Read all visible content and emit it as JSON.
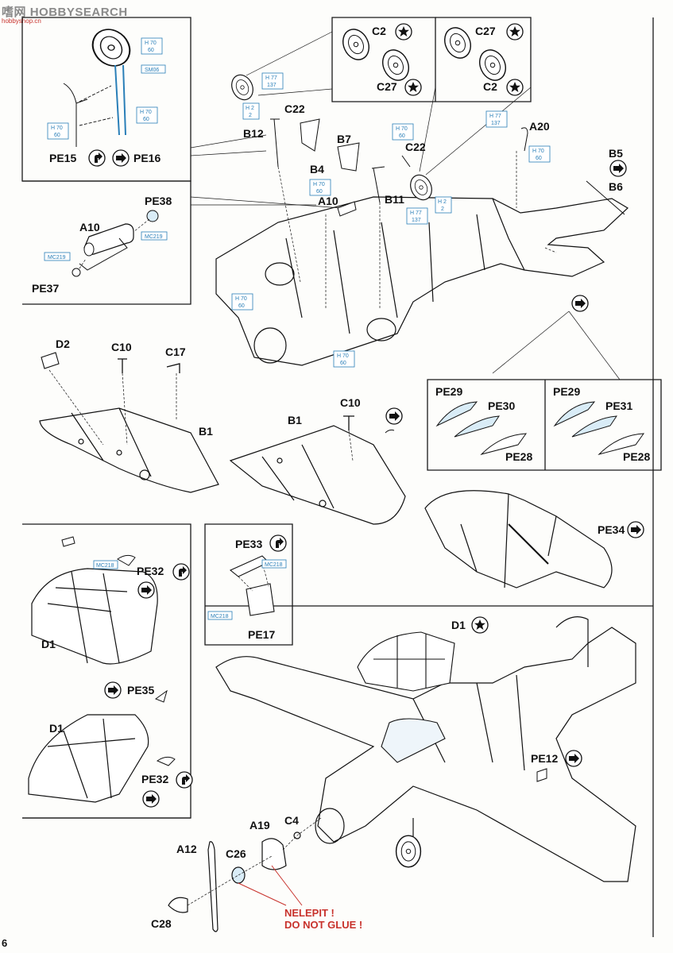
{
  "watermark": {
    "brand_a": "HOBBY",
    "brand_b": "SEARCH",
    "brand_cn": "嗜网",
    "url": "hobbyshop.cn"
  },
  "page_number": "6",
  "note": {
    "line1": "NELEPIT !",
    "line2": "DO NOT GLUE !"
  },
  "colors": {
    "paint_ref": "#2a7fb8",
    "warning": "#c8322c",
    "line": "#1a1a1a"
  },
  "parts": {
    "PE15": "PE15",
    "PE16": "PE16",
    "PE37": "PE37",
    "PE38": "PE38",
    "A10": "A10",
    "B12": "B12",
    "C22": "C22",
    "B4": "B4",
    "B7": "B7",
    "B11": "B11",
    "A20": "A20",
    "B5": "B5",
    "B6": "B6",
    "C2": "C2",
    "C27": "C27",
    "D2": "D2",
    "C10": "C10",
    "C17": "C17",
    "B1": "B1",
    "PE29": "PE29",
    "PE30": "PE30",
    "PE31": "PE31",
    "PE28": "PE28",
    "PE34": "PE34",
    "PE32": "PE32",
    "PE33": "PE33",
    "PE17": "PE17",
    "PE35": "PE35",
    "D1": "D1",
    "PE12": "PE12",
    "A12": "A12",
    "C26": "C26",
    "A19": "A19",
    "C4": "C4",
    "C28": "C28"
  },
  "paint": {
    "H70": "H 70",
    "N60": "60",
    "H77": "H 77",
    "N137": "137",
    "H2": "H 2",
    "N2": "2",
    "SM06": "SM06",
    "MC219": "MC219",
    "MC218": "MC218"
  }
}
